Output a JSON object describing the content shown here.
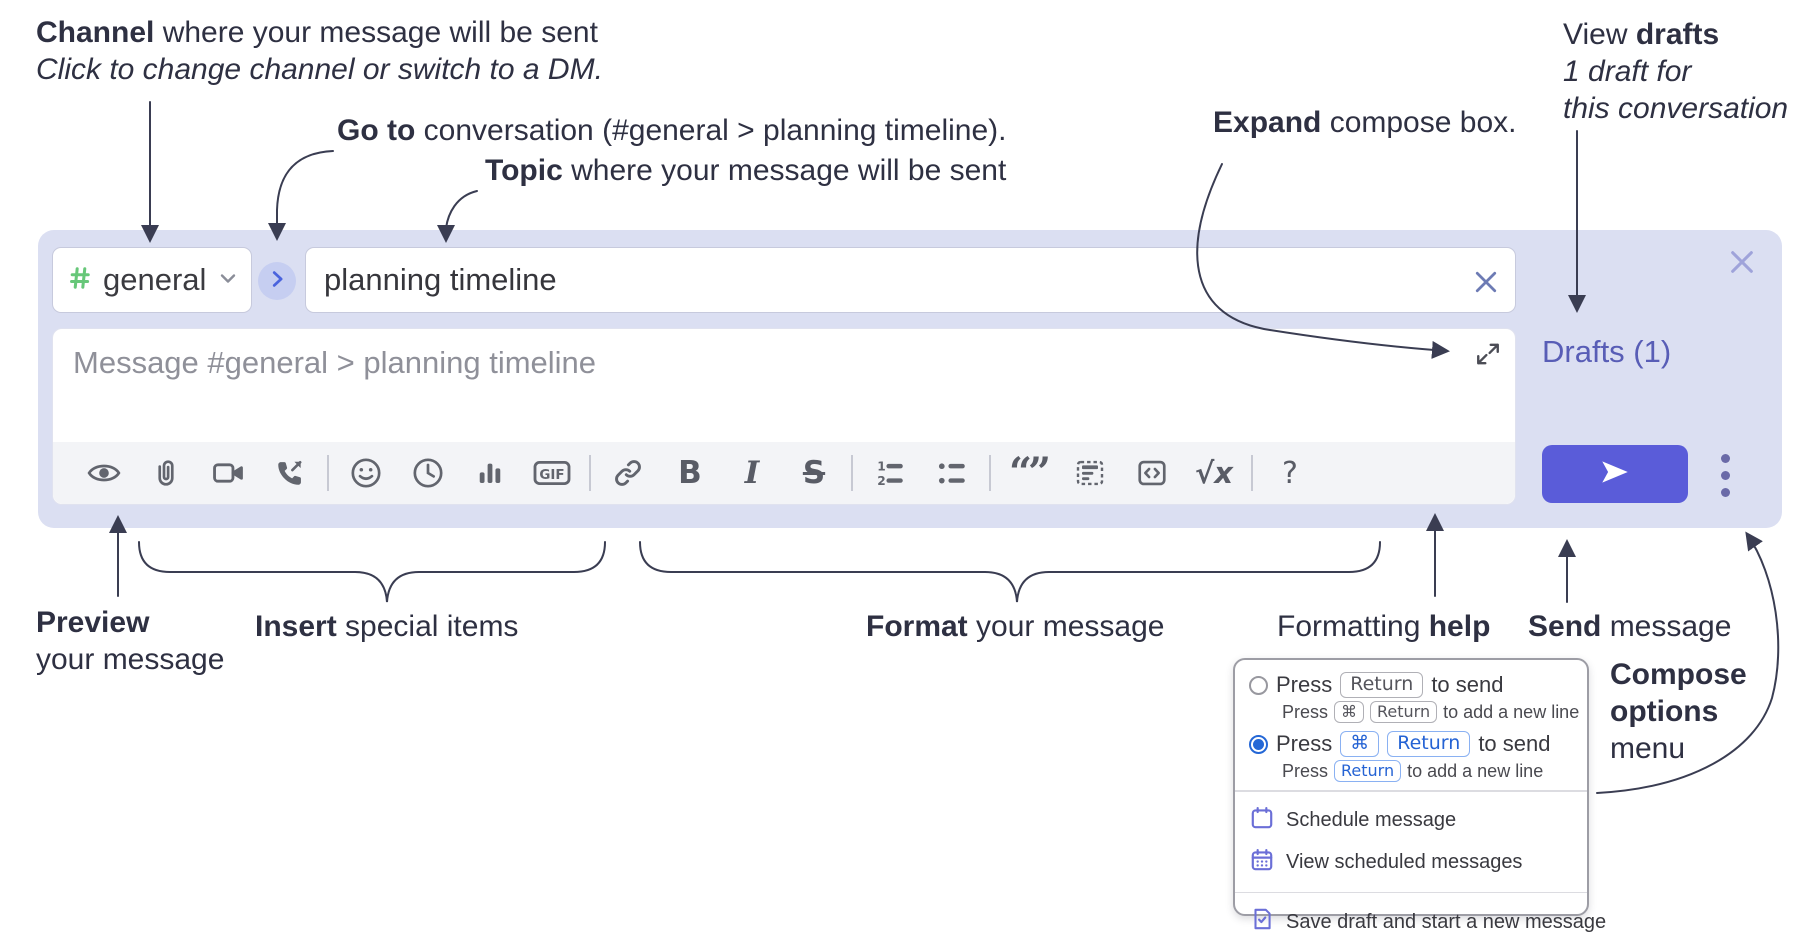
{
  "annotations": {
    "channel": {
      "bold": "Channel",
      "rest": " where your message will be sent",
      "line2": "Click to change channel or switch to a DM."
    },
    "go_to": {
      "bold": "Go to",
      "rest": " conversation (#general > planning timeline)."
    },
    "topic": {
      "bold": "Topic",
      "rest": " where your message will be sent"
    },
    "expand": {
      "bold": "Expand",
      "rest": " compose box."
    },
    "view_drafts": {
      "pre": "View ",
      "bold": "drafts",
      "line2": "1 draft for",
      "line3": "this conversation"
    },
    "preview": {
      "bold": "Preview",
      "line2": "your message"
    },
    "insert": {
      "bold": "Insert",
      "rest": " special items"
    },
    "format": {
      "bold": "Format",
      "rest": " your message"
    },
    "formatting_help": {
      "pre": "Formatting ",
      "bold": "help"
    },
    "send": {
      "bold": "Send",
      "rest": " message"
    },
    "compose_options": {
      "line1": "Compose",
      "line2": "options",
      "line3": "menu"
    }
  },
  "compose": {
    "channel_name": "general",
    "topic_value": "planning timeline",
    "message_placeholder": "Message #general > planning timeline",
    "drafts_link": "Drafts (1)"
  },
  "toolbar": {
    "gif_label": "GIF",
    "bold_glyph": "B",
    "italic_glyph": "I",
    "strike_glyph": "S",
    "math_glyph": "√x",
    "help_glyph": "?"
  },
  "popup": {
    "option1": {
      "press": "Press",
      "key": "Return",
      "suffix": "to send",
      "sub": {
        "press": "Press",
        "key1": "⌘",
        "key2": "Return",
        "suffix": "to add a new line"
      }
    },
    "option2": {
      "press": "Press",
      "key1": "⌘",
      "key2": "Return",
      "suffix": "to send",
      "sub": {
        "press": "Press",
        "key": "Return",
        "suffix": "to add a new line"
      }
    },
    "items": [
      "Schedule message",
      "View scheduled messages",
      "Save draft and start a new message"
    ]
  },
  "colors": {
    "compose_background": "#dbdff2",
    "annotation_text": "#2e3042",
    "channel_hash_green": "#67c779",
    "go_button_background": "#c6cef1",
    "go_button_chevron": "#4a63dd",
    "send_button": "#5a5cd9",
    "drafts_link": "#585db6",
    "popup_accent_blue": "#2467d6",
    "menu_icon_purple": "#6b6fd7",
    "toolbar_icon_gray": "#62656e"
  }
}
